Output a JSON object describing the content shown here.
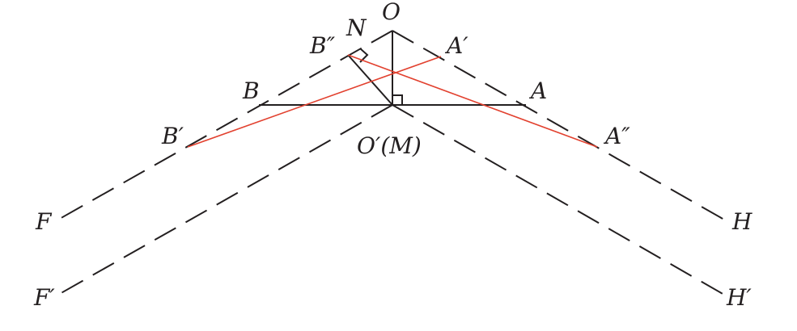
{
  "diagram": {
    "colors": {
      "ink": "#231f20",
      "red": "#e2412f",
      "background": "#ffffff"
    },
    "labels": {
      "O": "O",
      "N": "N",
      "B_double_prime": "B″",
      "A_prime": "A′",
      "B": "B",
      "A": "A",
      "B_prime": "B′",
      "O_prime_M": "O′(M)",
      "A_double_prime": "A″",
      "F": "F",
      "H": "H",
      "F_prime": "F′",
      "H_prime": "H′"
    }
  }
}
